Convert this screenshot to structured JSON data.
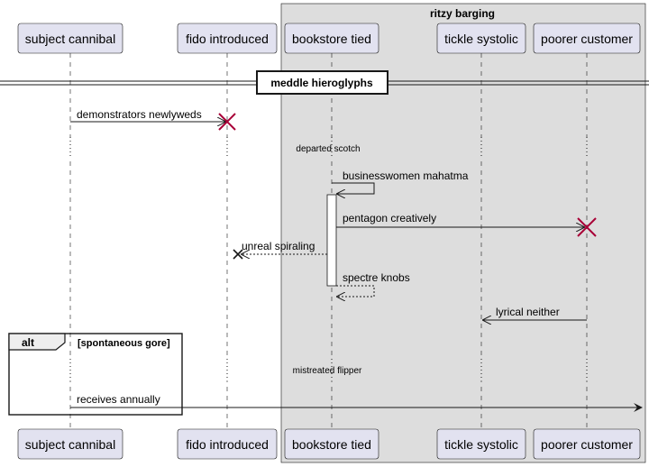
{
  "colors": {
    "participant_fill": "#e2e2f0",
    "box_fill": "#dddddd",
    "destroy_red": "#a80036",
    "line": "#181818"
  },
  "group_box": {
    "title": "ritzy barging"
  },
  "participants": [
    {
      "id": "p1",
      "name": "subject cannibal"
    },
    {
      "id": "p2",
      "name": "fido introduced"
    },
    {
      "id": "p3",
      "name": "bookstore tied"
    },
    {
      "id": "p4",
      "name": "tickle systolic"
    },
    {
      "id": "p5",
      "name": "poorer customer"
    }
  ],
  "divider": {
    "label": "meddle hieroglyphs"
  },
  "delays": [
    {
      "label": "departed scotch"
    },
    {
      "label": "mistreated flipper"
    }
  ],
  "messages": [
    {
      "from": "p1",
      "to": "p2",
      "label": "demonstrators newlyweds",
      "style": "solid",
      "end": "destroy"
    },
    {
      "from": "p3",
      "to": "p3",
      "label": "businesswomen mahatma",
      "style": "solid",
      "end": "self"
    },
    {
      "from": "p3",
      "to": "p5",
      "label": "pentagon creatively",
      "style": "solid",
      "end": "destroy"
    },
    {
      "from": "p3",
      "to": "p2",
      "label": "unreal spiraling",
      "style": "dashed",
      "end": "lost"
    },
    {
      "from": "p3",
      "to": "p3",
      "label": "spectre knobs",
      "style": "dashed",
      "end": "self"
    },
    {
      "from": "p5",
      "to": "p4",
      "label": "lyrical neither",
      "style": "solid",
      "end": "arrow"
    },
    {
      "from": "p1",
      "to": "edge",
      "label": "receives annually",
      "style": "solid",
      "end": "arrow"
    }
  ],
  "alt_fragment": {
    "keyword": "alt",
    "condition": "[spontaneous gore]"
  }
}
